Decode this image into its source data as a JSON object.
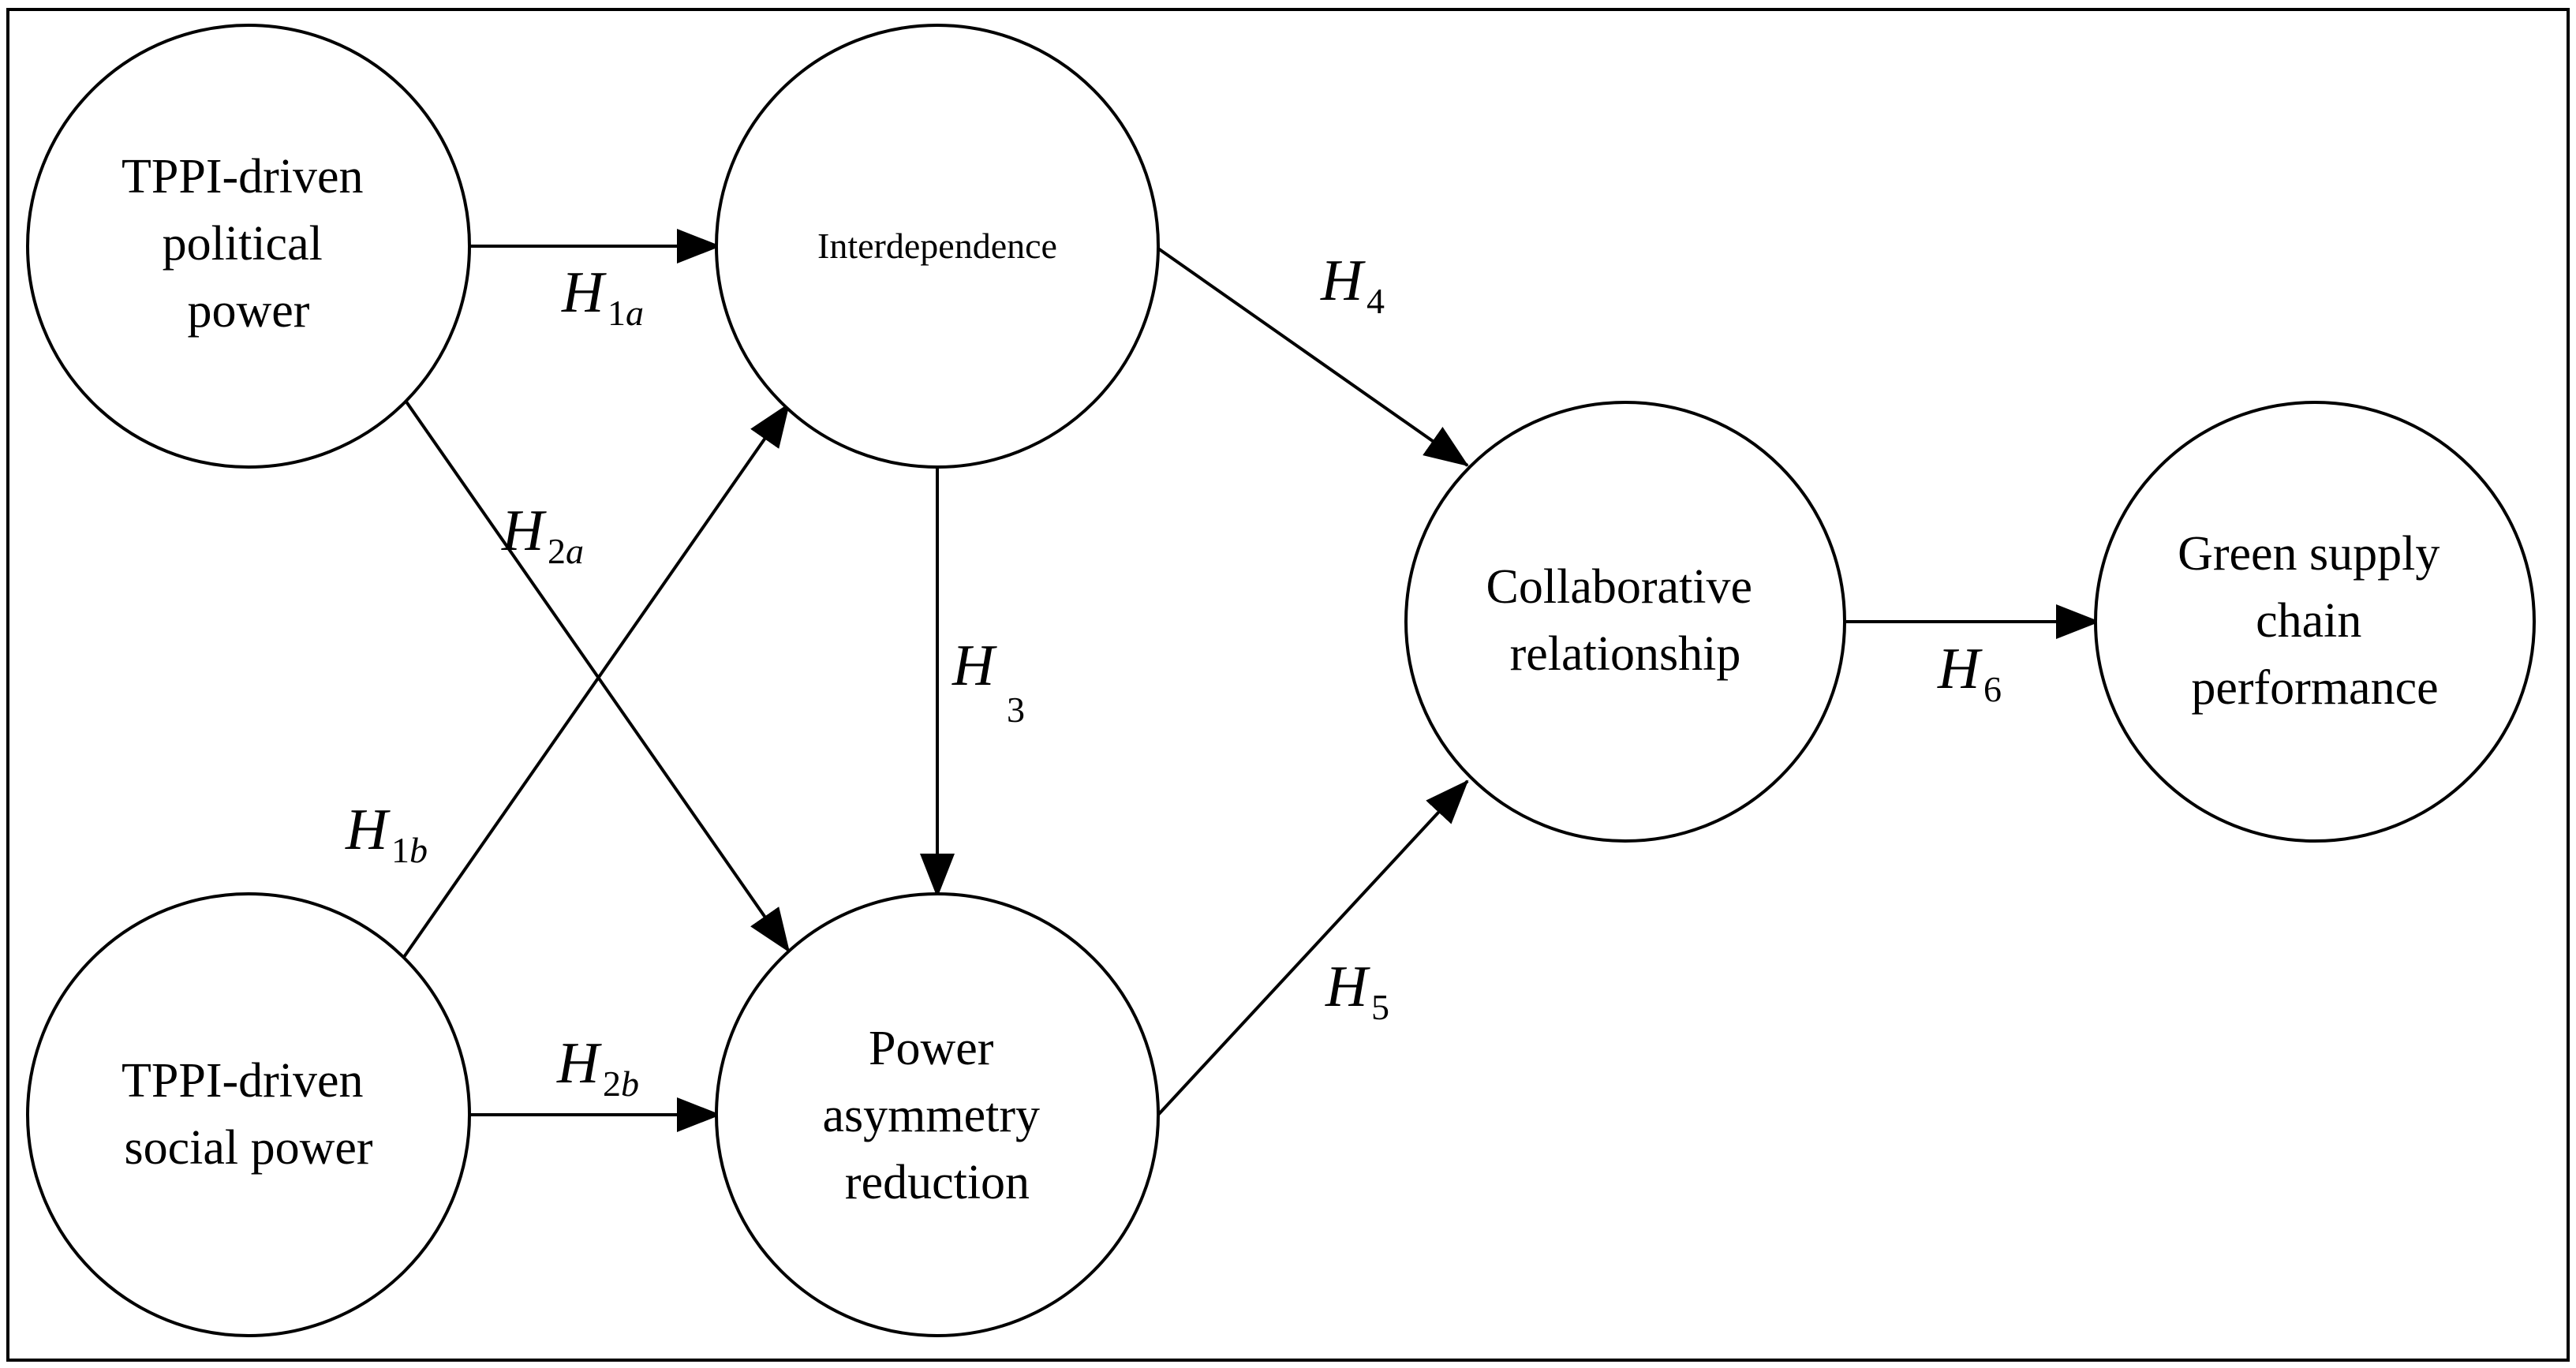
{
  "colors": {
    "stroke": "#000000",
    "background": "#ffffff"
  },
  "nodes": {
    "political_power": {
      "lines": [
        "TPPI-driven",
        "political",
        "power"
      ]
    },
    "interdependence": {
      "lines": [
        "Interdependence"
      ]
    },
    "social_power": {
      "lines": [
        "TPPI-driven",
        "social power"
      ]
    },
    "power_asymmetry": {
      "lines": [
        "Power",
        "asymmetry",
        "reduction"
      ]
    },
    "collaborative": {
      "lines": [
        "Collaborative",
        "relationship"
      ]
    },
    "green_performance": {
      "lines": [
        "Green supply",
        "chain",
        "performance"
      ]
    }
  },
  "hypotheses": {
    "h1a": {
      "main": "H",
      "sub": "1",
      "sub2": "a"
    },
    "h1b": {
      "main": "H",
      "sub": "1",
      "sub2": "b"
    },
    "h2a": {
      "main": "H",
      "sub": "2",
      "sub2": "a"
    },
    "h2b": {
      "main": "H",
      "sub": "2",
      "sub2": "b"
    },
    "h3": {
      "main": "H",
      "sub": "3"
    },
    "h4": {
      "main": "H",
      "sub": "4"
    },
    "h5": {
      "main": "H",
      "sub": "5"
    },
    "h6": {
      "main": "H",
      "sub": "6"
    }
  }
}
